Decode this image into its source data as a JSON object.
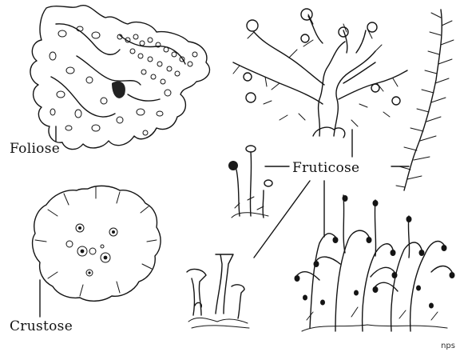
{
  "labels": {
    "foliose": "Foliose",
    "crustose": "Crustose",
    "fruticose": "Fruticose"
  },
  "credit": "nps"
}
